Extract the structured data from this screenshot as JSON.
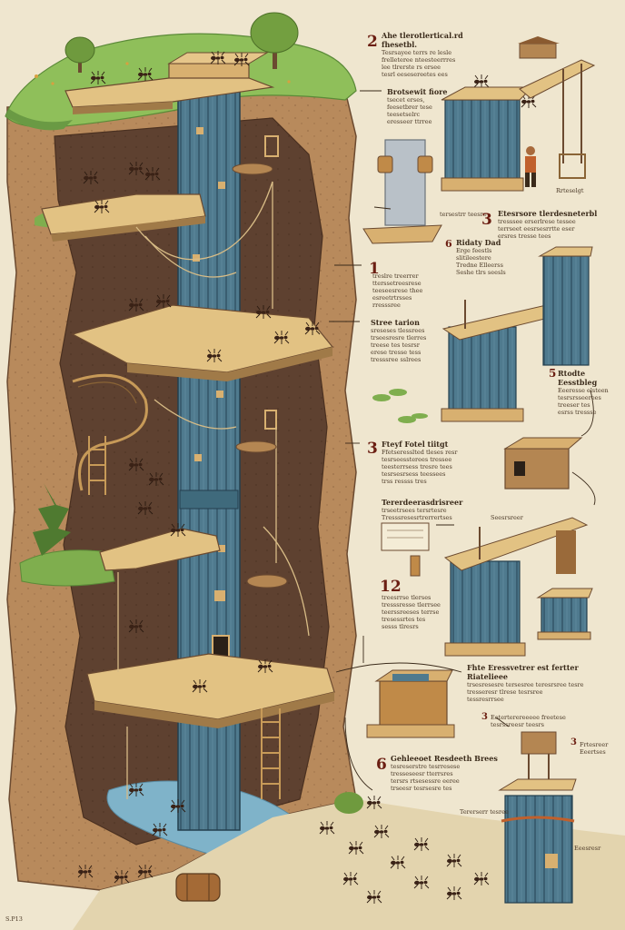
{
  "colors": {
    "paper": "#efe6cf",
    "soil": "#b88a5c",
    "soil_dark": "#6b4a30",
    "grass": "#7fae4e",
    "tower": "#4f7a8e",
    "tower_dark": "#34566a",
    "wood": "#d8b070",
    "water": "#7fb3c9",
    "accent": "#6b1e12"
  },
  "icons": [
    "ant-icon",
    "tree-icon",
    "rope-icon",
    "ladder-icon",
    "barrel-icon",
    "crate-icon",
    "pulley-icon"
  ],
  "callouts": [
    {
      "id": "c1",
      "number": "2",
      "title": "Ahe tlerotlertical.rd fhesetbl.",
      "body": [
        "Tesrsayee terrs re lesle",
        "frelleteree nteesteerrres",
        "lee tlrerste rs ersee",
        "tesrl eesesereetes ees"
      ]
    },
    {
      "id": "c2",
      "number": "",
      "title": "Brotsewit fiore",
      "body": [
        "tsecet erses,",
        "feesetbrer tese",
        "teesetselrc",
        "eresseer ttrree"
      ]
    },
    {
      "id": "c3",
      "number": "3",
      "title": "Etesrsore tlerdesneterbl",
      "body": [
        "tresssee erserlrese tessee",
        "terrseet eesrsesrrtte eser",
        "ersres tresse tees"
      ]
    },
    {
      "id": "c4",
      "number": "6",
      "title": "Ridaty Dad",
      "body": [
        "Erge feestls",
        "slitileestere",
        "Tredne Elleerss",
        "Seshe tlrs seesls"
      ]
    },
    {
      "id": "c5",
      "number": "1",
      "title": "",
      "body": [
        "treslre treerrer",
        "tterssetreesrese",
        "teeseesrese thee",
        "esreetrtrsses",
        "rresssree"
      ]
    },
    {
      "id": "c6",
      "number": "",
      "title": "Stree tarion",
      "body": [
        "sreseses tlessrees",
        "trseesresre tlerres",
        "treese tes tesrsr",
        "erese tresse tess",
        "tresssree sslrees"
      ]
    },
    {
      "id": "c7",
      "number": "5",
      "title": "Rtodte Eesstbleg",
      "body": [
        "Eeeresse elsteen",
        "tesrsrsseerees",
        "treeser tes",
        "esrss tressse"
      ]
    },
    {
      "id": "c8",
      "number": "3",
      "title": "Fteyf Fotel tiitgt",
      "body": [
        "Ffetseresslted tleses resr",
        "tesrseessterees tressee",
        "teesterrsess tresre tees",
        "tesrsesrsess teessees",
        "trss ressss tres"
      ]
    },
    {
      "id": "c9",
      "number": "",
      "title": "Tererdeerasdrisreer",
      "body": [
        "trseetrsees tersrtesre",
        "Tresssresesrtrerrertses"
      ]
    },
    {
      "id": "c10",
      "number": "12",
      "title": "",
      "body": [
        "treesrrse tlerses",
        "tresssresse tlerrsee",
        "teerssreeses terrse",
        "tresessrtes tes",
        "sesss tlresrs"
      ]
    },
    {
      "id": "c11",
      "number": "",
      "title": "Fhte Eressvetrer est fertter Riatelieee",
      "body": [
        "trsesresesre tersesree teresrsree tesre",
        "tresseresr tlrese tesrsree",
        "tessresrrsee"
      ]
    },
    {
      "id": "c12",
      "number": "3",
      "title": "",
      "body": [
        "Eeterterereeeee freetese",
        "tesrssreesr teesrs"
      ]
    },
    {
      "id": "c13",
      "number": "6",
      "title": "Gehleeoet Resdeeth Brees",
      "body": [
        "tesreserstre tesrresese",
        "tresseseesr tterrsres",
        "tersrs rtsesessre eeree",
        "trseesr tesrsesre tes"
      ]
    },
    {
      "id": "c14",
      "number": "3",
      "title": "",
      "body": [
        "Frtesreer",
        "Eeertses"
      ]
    }
  ],
  "small_labels": {
    "hut_label": "Rrteselgt",
    "base_label": "tersestrr teesre",
    "crate_label": "Seesrsreer",
    "barrel_label": "Tererserr tesree",
    "tower_label": "Eeesresr",
    "corner_mark": "S.P13"
  }
}
